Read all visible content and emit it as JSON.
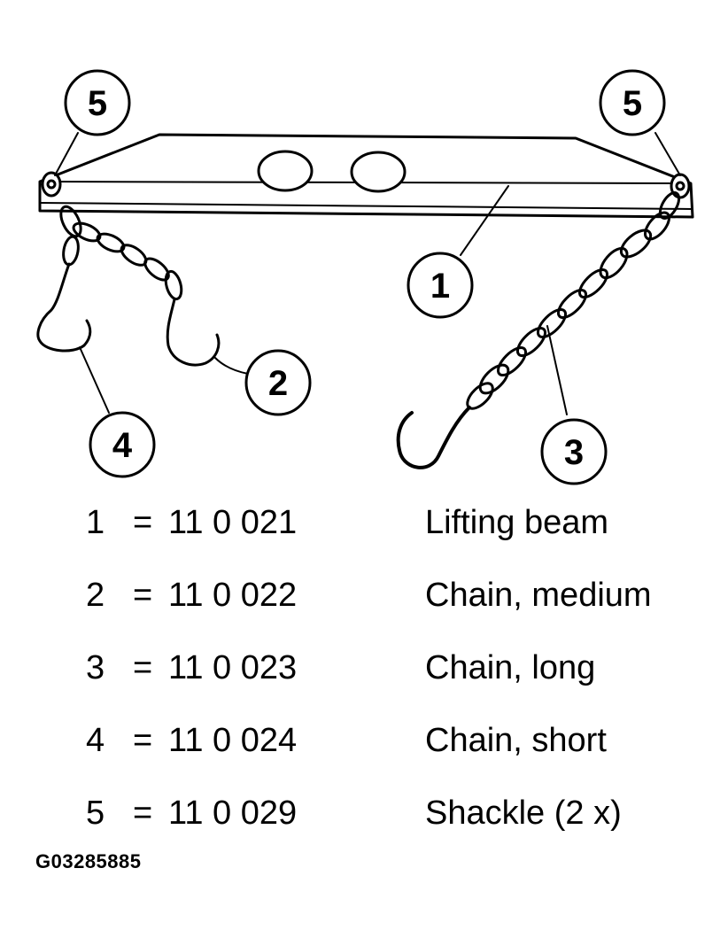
{
  "diagram": {
    "callouts": [
      {
        "id": "beam",
        "label": "1"
      },
      {
        "id": "chain-medium",
        "label": "2"
      },
      {
        "id": "chain-long",
        "label": "3"
      },
      {
        "id": "chain-short",
        "label": "4"
      },
      {
        "id": "shackle-left",
        "label": "5"
      },
      {
        "id": "shackle-right",
        "label": "5"
      }
    ]
  },
  "legend": [
    {
      "num": "1",
      "eq": "=",
      "part": "11 0 021",
      "desc": "Lifting beam"
    },
    {
      "num": "2",
      "eq": "=",
      "part": "11 0 022",
      "desc": "Chain, medium"
    },
    {
      "num": "3",
      "eq": "=",
      "part": "11 0 023",
      "desc": "Chain, long"
    },
    {
      "num": "4",
      "eq": "=",
      "part": "11 0 024",
      "desc": "Chain, short"
    },
    {
      "num": "5",
      "eq": "=",
      "part": "11 0 029",
      "desc": "Shackle (2 x)"
    }
  ],
  "figure_id": "G03285885"
}
